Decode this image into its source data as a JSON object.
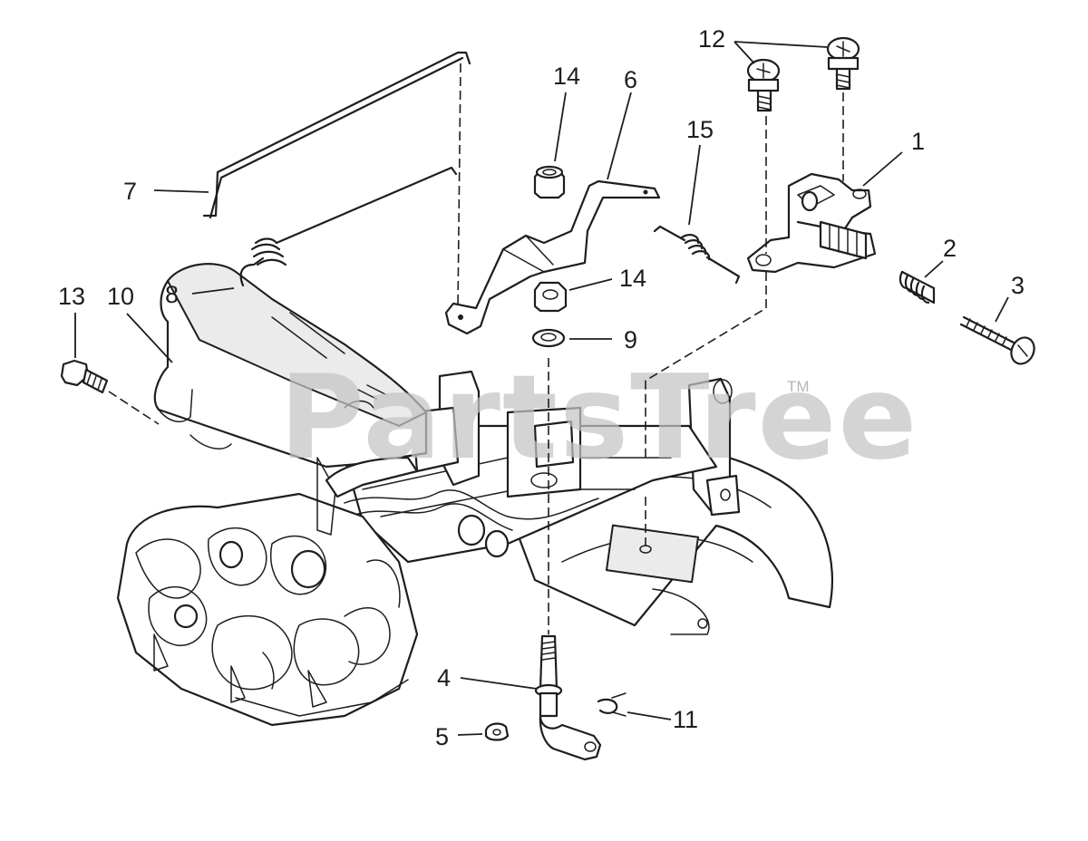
{
  "watermark": {
    "text": "PartsTree",
    "trademark": "TM"
  },
  "callouts": [
    {
      "id": "c1",
      "label": "1",
      "part": "carburetor-control-assembly"
    },
    {
      "id": "c2",
      "label": "2",
      "part": "spring"
    },
    {
      "id": "c3",
      "label": "3",
      "part": "adjusting-screw"
    },
    {
      "id": "c4",
      "label": "4",
      "part": "governor-shaft"
    },
    {
      "id": "c5",
      "label": "5",
      "part": "retaining-ring"
    },
    {
      "id": "c6",
      "label": "6",
      "part": "governor-lever"
    },
    {
      "id": "c7",
      "label": "7",
      "part": "governor-rod"
    },
    {
      "id": "c8",
      "label": "8",
      "part": "governor-spring"
    },
    {
      "id": "c9",
      "label": "9",
      "part": "washer"
    },
    {
      "id": "c10",
      "label": "10",
      "part": "air-guide"
    },
    {
      "id": "c11",
      "label": "11",
      "part": "clip"
    },
    {
      "id": "c12",
      "label": "12",
      "part": "screws"
    },
    {
      "id": "c13",
      "label": "13",
      "part": "bolt"
    },
    {
      "id": "c14a",
      "label": "14",
      "part": "nut-upper"
    },
    {
      "id": "c14b",
      "label": "14",
      "part": "nut-lower"
    },
    {
      "id": "c15",
      "label": "15",
      "part": "return-spring"
    }
  ]
}
